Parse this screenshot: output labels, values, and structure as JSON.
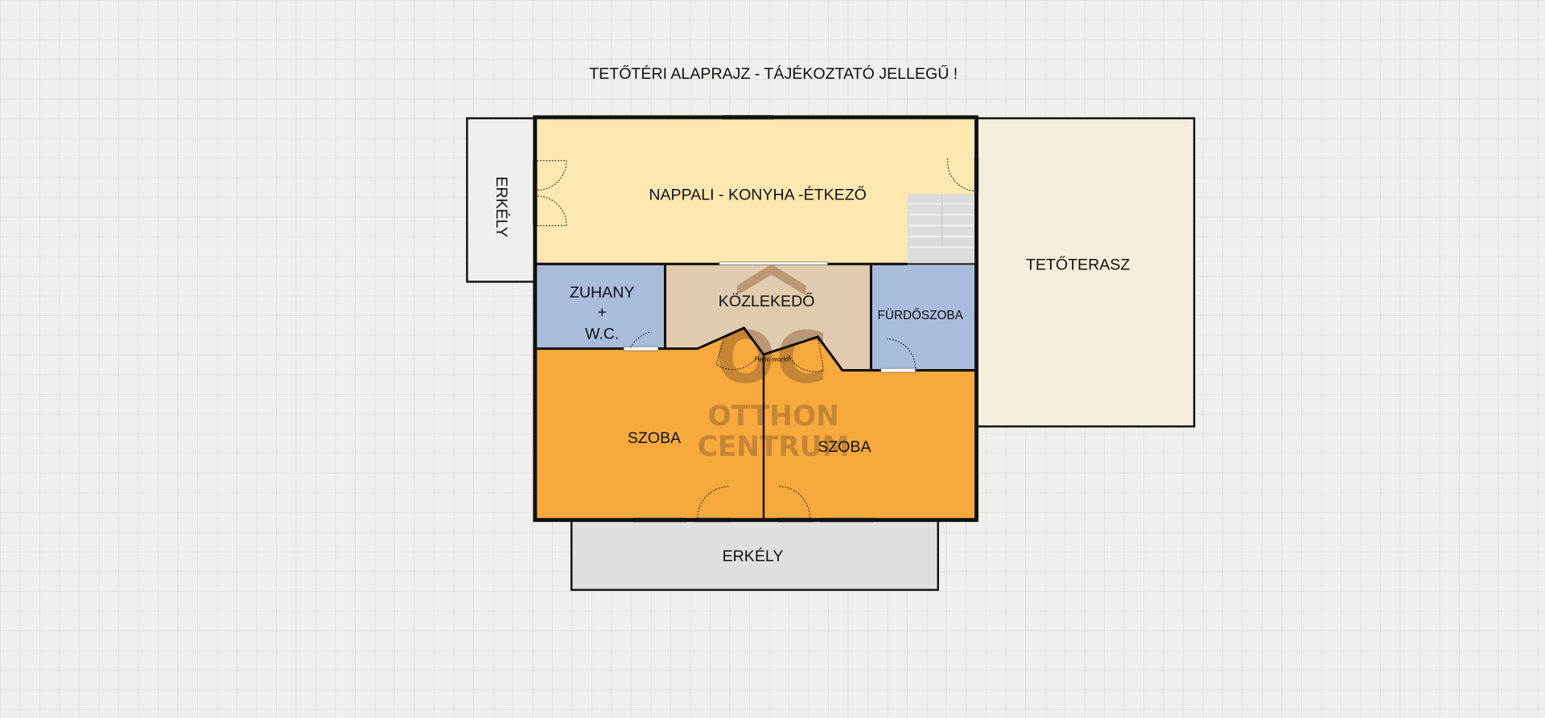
{
  "title": "TETŐTÉRI ALAPRAJZ - TÁJÉKOZTATÓ JELLEGŰ !",
  "rooms": {
    "living": "NAPPALI - KONYHA -ÉTKEZŐ",
    "balcony_left": "ERKÉLY",
    "shower_line1": "ZUHANY",
    "shower_line2": "+",
    "shower_line3": "W.C.",
    "corridor": "KÖZLEKEDŐ",
    "bathroom": "FÜRDŐSZOBA",
    "room_left": "SZOBA",
    "room_right": "SZOBA",
    "terrace": "TETŐTERASZ",
    "balcony_bottom": "ERKÉLY"
  },
  "door_note": "Hello world!",
  "watermark": {
    "logo": "OC",
    "line1": "OTTHON",
    "line2": "CENTRUM"
  },
  "colors": {
    "living": "#fce8b0",
    "wet_rooms": "#a9bcdc",
    "corridor": "#e0cbaf",
    "bedrooms": "#f7a93d",
    "terrace": "#f2eedb",
    "balcony": "#e0e0dc"
  }
}
